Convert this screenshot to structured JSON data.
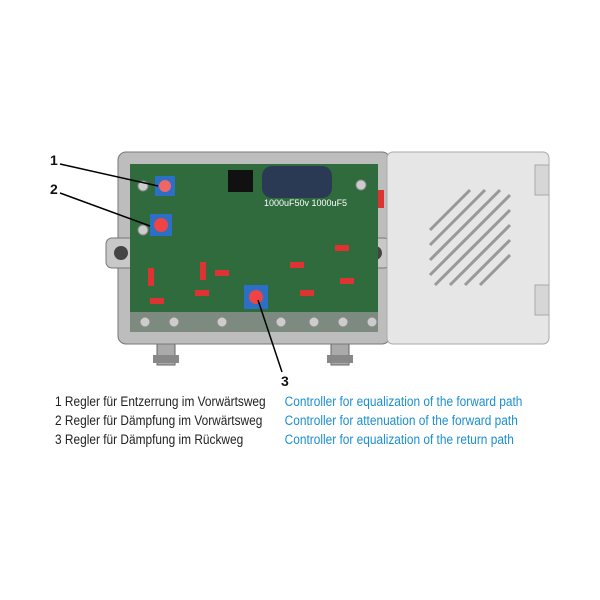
{
  "callouts": [
    "1",
    "2",
    "3"
  ],
  "capacitor_label": "1000uF50v 1000uF5",
  "legend": [
    {
      "num": "1",
      "de": "Regler für Entzerrung im Vorwärtsweg",
      "en": "Controller for equalization of the forward path"
    },
    {
      "num": "2",
      "de": "Regler für Dämpfung im Vorwärtsweg",
      "en": "Controller for attenuation of the forward path"
    },
    {
      "num": "3",
      "de": "Regler für Dämpfung im Rückweg",
      "en": "Controller for equalization of the return path"
    }
  ],
  "colors": {
    "english_text": "#1a8fd0",
    "pcb": "#2f6b3d",
    "housing": "#e4e4e4"
  }
}
